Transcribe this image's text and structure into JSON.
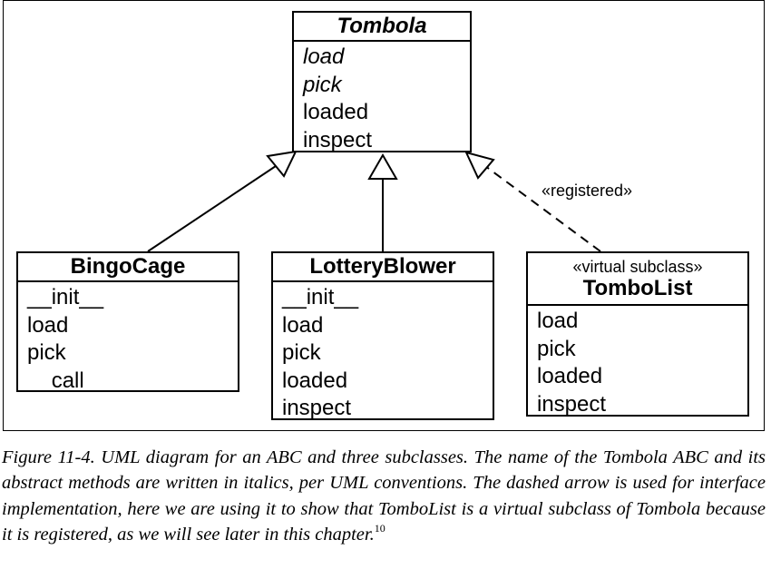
{
  "diagram": {
    "tombola": {
      "name": "Tombola",
      "methods": [
        "load",
        "pick",
        "loaded",
        "inspect"
      ]
    },
    "bingocage": {
      "name": "BingoCage",
      "methods": [
        "__init__",
        "load",
        "pick",
        "__call__"
      ]
    },
    "lotteryblower": {
      "name": "LotteryBlower",
      "methods": [
        "__init__",
        "load",
        "pick",
        "loaded",
        "inspect"
      ]
    },
    "tombolist": {
      "stereotype": "«virtual subclass»",
      "name": "TomboList",
      "methods": [
        "load",
        "pick",
        "loaded",
        "inspect"
      ]
    },
    "registered_label": "«registered»"
  },
  "caption": {
    "text": "Figure 11-4. UML diagram for an ABC and three subclasses. The name of the Tombola ABC and its abstract methods are written in italics, per UML conventions. The dashed arrow is used for interface implementation, here we are using it to show that Tombo­List is a virtual subclass of Tombola because it is registered, as we will see later in this chapter.",
    "footnote": "10"
  }
}
